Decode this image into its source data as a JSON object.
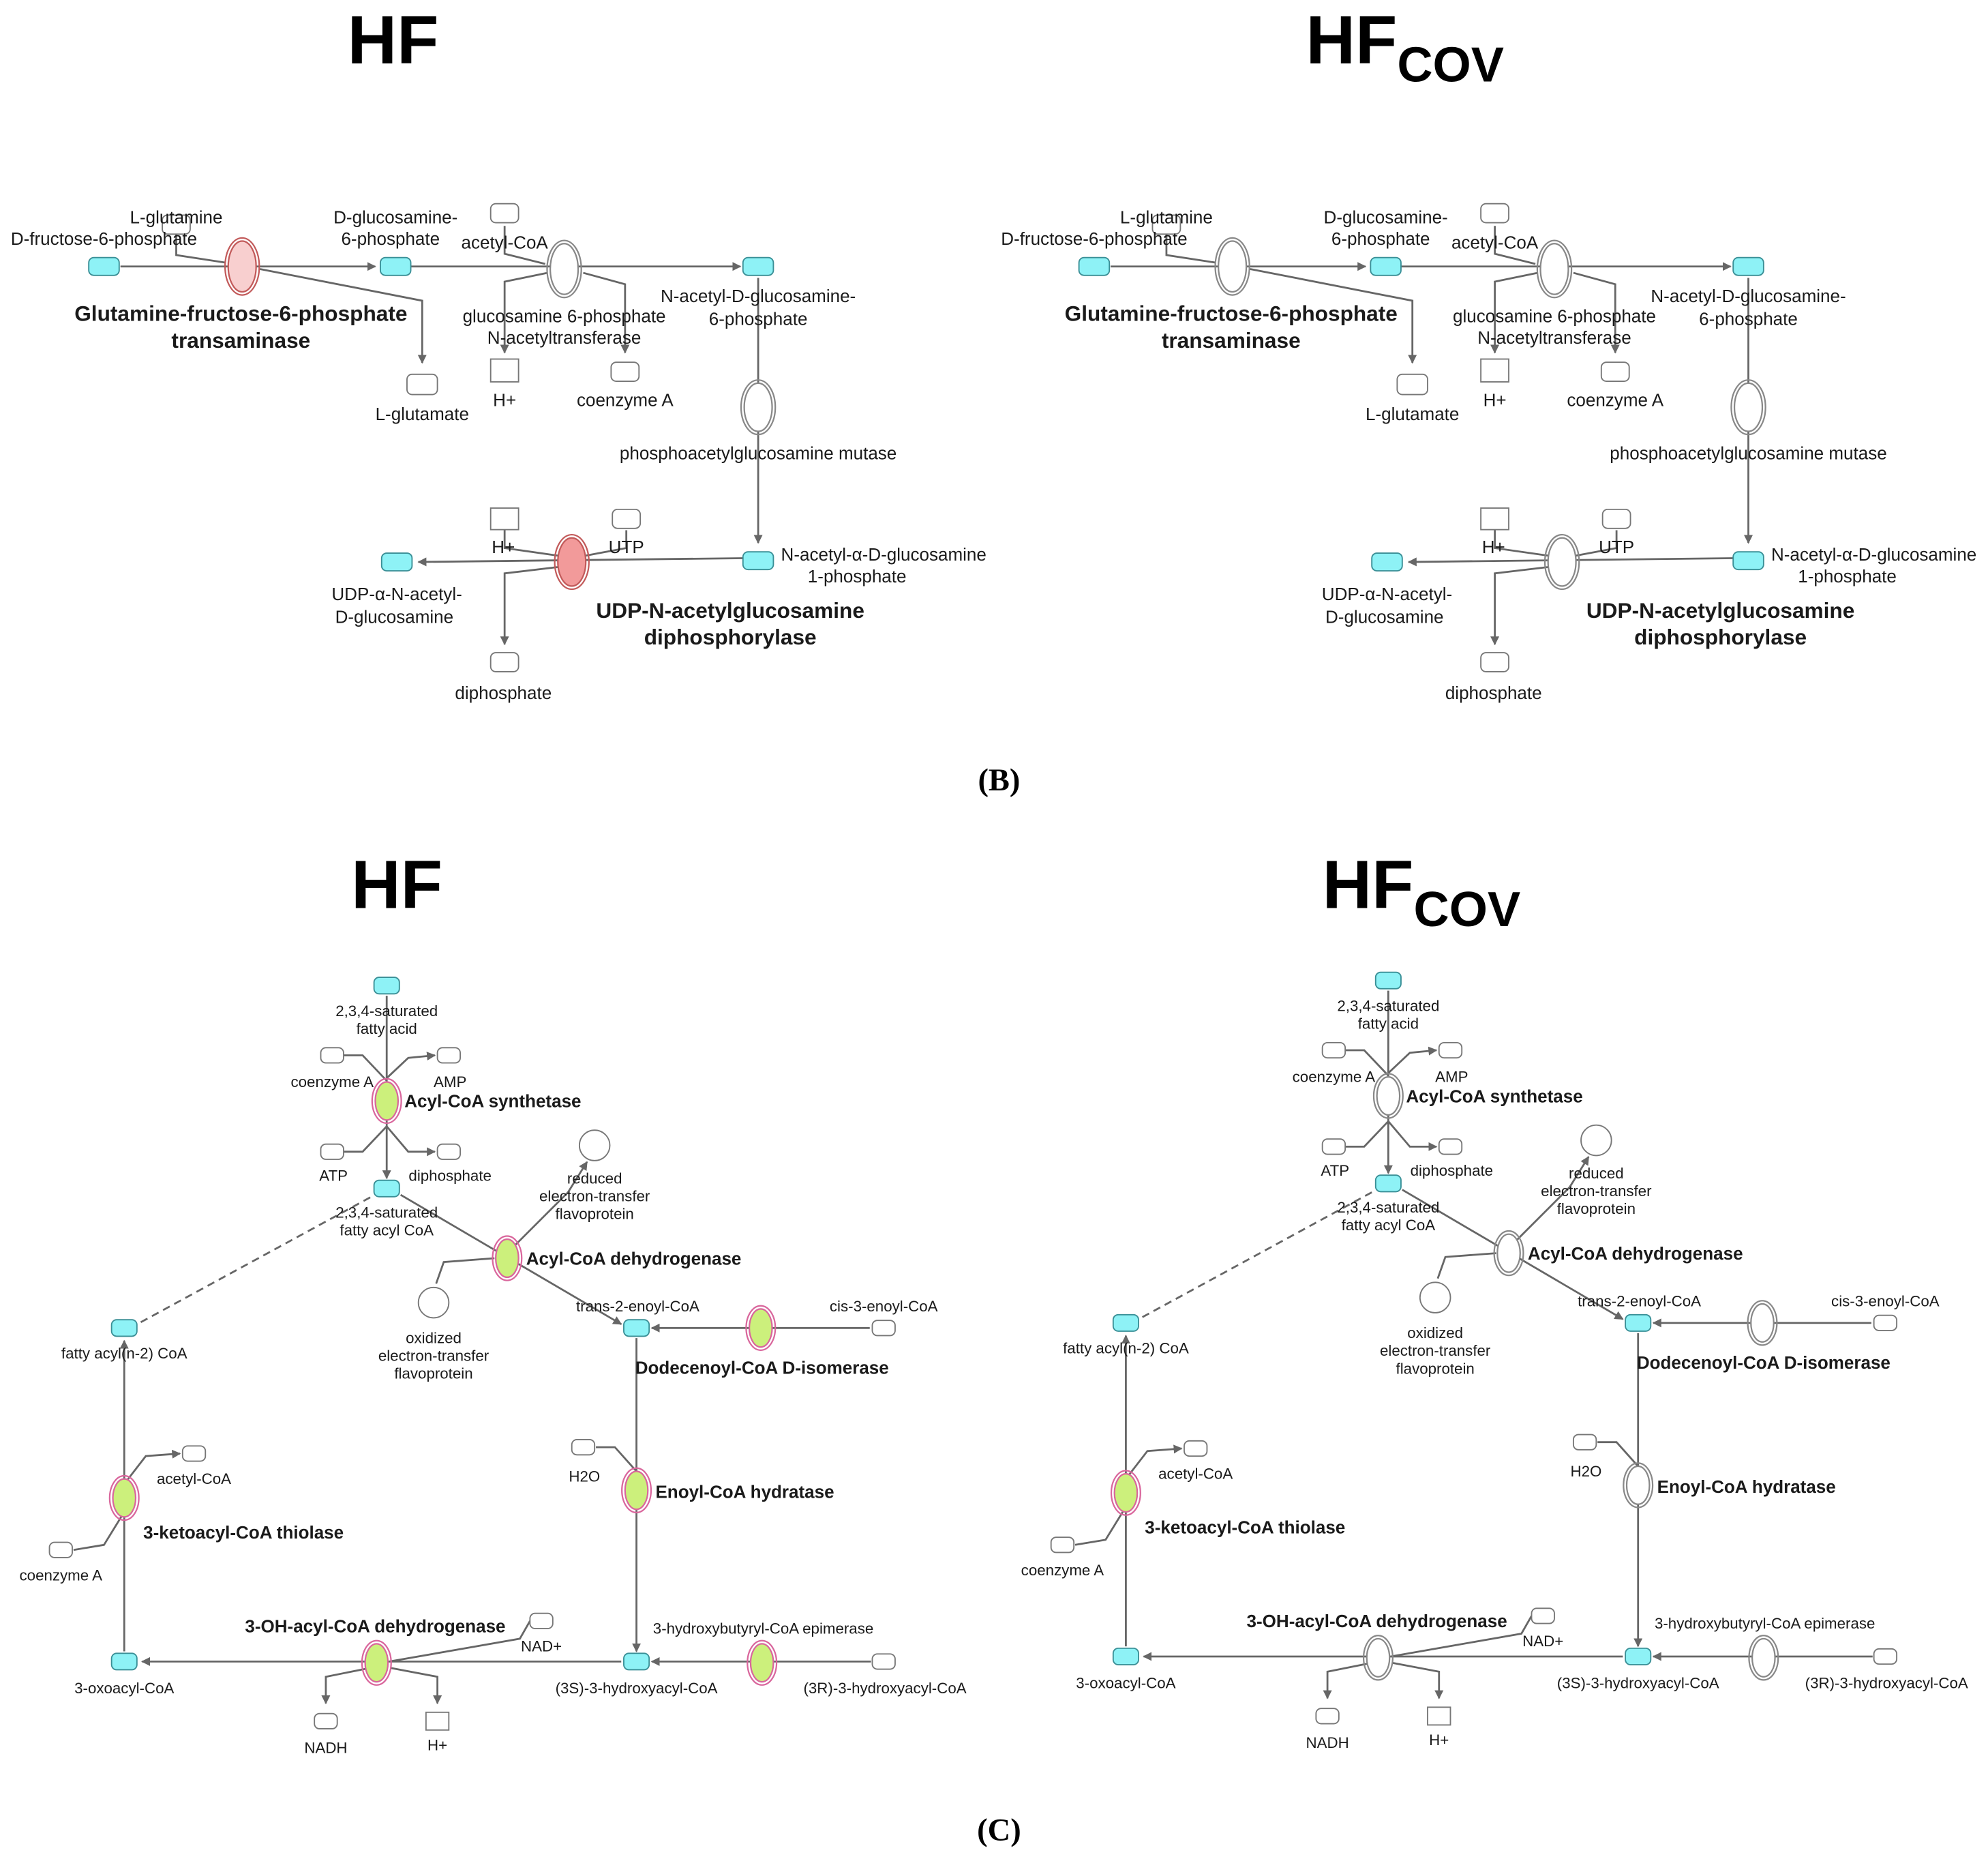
{
  "colors": {
    "edge": "#666666",
    "metabolite_fill": "#8ef2f6",
    "metabolite_stroke": "#3a8f96",
    "box_stroke": "#777777",
    "enzyme_stroke": "#888888",
    "enzyme_up_light": "#f8cfcf",
    "enzyme_up_strong": "#f29a9a",
    "enzyme_up_outline": "#c25a5a",
    "enzyme_green": "#ccf07c",
    "enzyme_green_outline": "#d9669c",
    "neutral_fill": "#ffffff"
  },
  "panels": {
    "B": {
      "caption": "(B)",
      "title_left": "HF",
      "title_right_main": "HF",
      "title_right_sub": "COV",
      "labels": {
        "l_glutamine": "L-glutamine",
        "d_fructose_6_phosphate": "D-fructose-6-phosphate",
        "d_glucosamine_6_phosphate_1": "D-glucosamine-",
        "d_glucosamine_6_phosphate_2": "6-phosphate",
        "acetyl_coa": "acetyl-CoA",
        "n_acetyl_d_glucosamine_6p_1": "N-acetyl-D-glucosamine-",
        "n_acetyl_d_glucosamine_6p_2": "6-phosphate",
        "gfpt_1": "Glutamine-fructose-6-phosphate",
        "gfpt_2": "transaminase",
        "gna_1": "glucosamine 6-phosphate",
        "gna_2": "N-acetyltransferase",
        "h_plus": "H+",
        "coenzyme_a": "coenzyme A",
        "l_glutamate": "L-glutamate",
        "pgm": "phosphoacetylglucosamine mutase",
        "n_acetyl_a_d_glucosamine_1p_1": "N-acetyl-α-D-glucosamine",
        "n_acetyl_a_d_glucosamine_1p_2": "1-phosphate",
        "utp": "UTP",
        "udp_glcnac_1": "UDP-α-N-acetyl-",
        "udp_glcnac_2": "D-glucosamine",
        "uap_1": "UDP-N-acetylglucosamine",
        "uap_2": "diphosphorylase",
        "diphosphate": "diphosphate"
      },
      "enzyme_states": {
        "HF": {
          "gfpt": "up_light",
          "gna": "neutral",
          "pgm": "neutral",
          "uap": "up_strong"
        },
        "HFCOV": {
          "gfpt": "neutral",
          "gna": "neutral",
          "pgm": "neutral",
          "uap": "neutral"
        }
      }
    },
    "C": {
      "caption": "(C)",
      "title_left": "HF",
      "title_right_main": "HF",
      "title_right_sub": "COV",
      "labels": {
        "sat_fa_1": "2,3,4-saturated",
        "sat_fa_2": "fatty acid",
        "coenzyme_a": "coenzyme A",
        "amp": "AMP",
        "acs": "Acyl-CoA synthetase",
        "atp": "ATP",
        "diphosphate": "diphosphate",
        "reduced_etf_1": "reduced",
        "reduced_etf_2": "electron-transfer",
        "reduced_etf_3": "flavoprotein",
        "sat_fa_coa_1": "2,3,4-saturated",
        "sat_fa_coa_2": "fatty acyl CoA",
        "acd": "Acyl-CoA dehydrogenase",
        "oxidized_etf_1": "oxidized",
        "oxidized_etf_2": "electron-transfer",
        "oxidized_etf_3": "flavoprotein",
        "trans2": "trans-2-enoyl-CoA",
        "cis3": "cis-3-enoyl-CoA",
        "dci": "Dodecenoyl-CoA D-isomerase",
        "fatty_acyl_n2": "fatty acyl(n-2) CoA",
        "acetyl_coa": "acetyl-CoA",
        "thiolase": "3-ketoacyl-CoA thiolase",
        "coenzyme_a_2": "coenzyme A",
        "h2o": "H2O",
        "ech": "Enoyl-CoA hydratase",
        "hadh": "3-OH-acyl-CoA dehydrogenase",
        "nad": "NAD+",
        "epimerase": "3-hydroxybutyryl-CoA epimerase",
        "oxoacyl": "3-oxoacyl-CoA",
        "s3_hydroxy": "(3S)-3-hydroxyacyl-CoA",
        "r3_hydroxy": "(3R)-3-hydroxyacyl-CoA",
        "nadh": "NADH",
        "h_plus": "H+"
      },
      "enzyme_states": {
        "HF": {
          "acs": "green",
          "acd": "green",
          "dci": "green",
          "ech": "green",
          "thiolase": "green",
          "hadh": "green",
          "epimerase": "green"
        },
        "HFCOV": {
          "acs": "neutral",
          "acd": "neutral",
          "dci": "neutral",
          "ech": "neutral",
          "thiolase": "green",
          "hadh": "neutral",
          "epimerase": "neutral"
        }
      }
    }
  }
}
